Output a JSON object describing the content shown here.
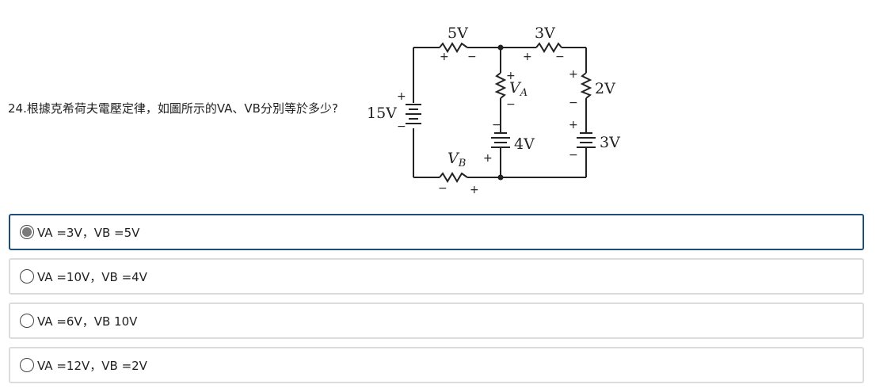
{
  "question": {
    "text": "24.根據克希荷夫電壓定律，如圖所示的VA、VB分別等於多少?"
  },
  "circuit": {
    "labels": {
      "r_top_left": "5V",
      "r_top_right": "3V",
      "source_left": "15V",
      "r_middle": "V",
      "r_middle_sub": "A",
      "r_right": "2V",
      "battery_middle": "4V",
      "battery_right": "3V",
      "r_bottom": "V",
      "r_bottom_sub": "B"
    },
    "signs": {
      "plus": "+",
      "minus": "−"
    }
  },
  "options": [
    {
      "label": "VA =3V，VB =5V",
      "selected": true
    },
    {
      "label": "VA =10V，VB =4V",
      "selected": false
    },
    {
      "label": "VA =6V，VB 10V",
      "selected": false
    },
    {
      "label": "VA =12V，VB =2V",
      "selected": false
    }
  ],
  "colors": {
    "selected_border": "#1f4e79",
    "option_border": "#dcdcdc",
    "radio_fill": "#7a7a7a"
  }
}
